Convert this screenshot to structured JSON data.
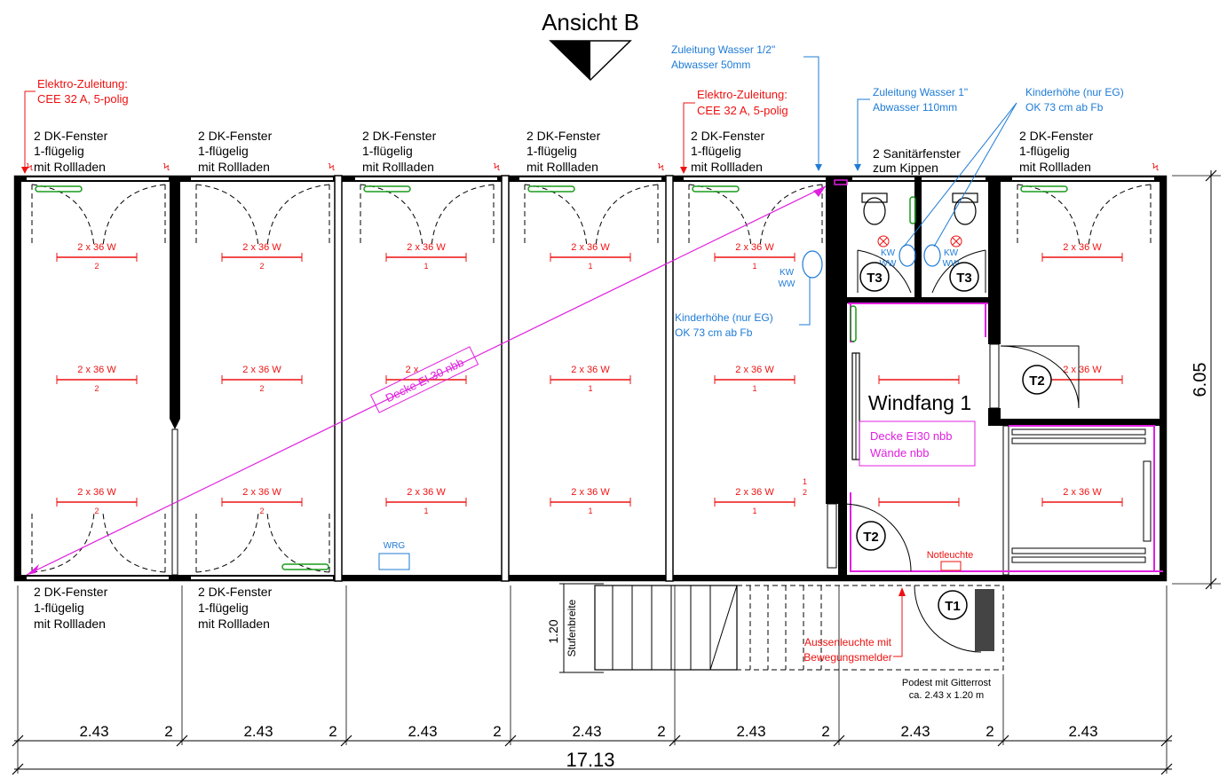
{
  "title": "Ansicht B",
  "colors": {
    "electrical": "#e11111",
    "plumbing": "#1e7bd6",
    "fire": "#e020e0",
    "fixture": "#1a9a1a"
  },
  "notes": {
    "elektro_1": [
      "Elektro-Zuleitung:",
      "CEE 32 A, 5-polig"
    ],
    "elektro_2": [
      "Elektro-Zuleitung:",
      "CEE 32 A, 5-polig"
    ],
    "wasser_half": [
      "Zuleitung Wasser 1/2\"",
      "Abwasser 50mm"
    ],
    "wasser_one": [
      "Zuleitung Wasser 1\"",
      "Abwasser 110mm"
    ],
    "kinder_top": [
      "Kinderhöhe (nur EG)",
      "OK 73 cm ab Fb"
    ],
    "kinder_mid": [
      "Kinderhöhe (nur EG)",
      "OK 73 cm ab Fb"
    ],
    "aussenleuchte": [
      "Aussenleuchte mit",
      "Bewegungsmelder"
    ],
    "podest": [
      "Podest mit Gitterrost",
      "ca. 2.43 x 1.20 m"
    ],
    "stufenbreite": "Stufenbreite",
    "stufen_dim": "1.20",
    "notleuchte": "Notleuchte",
    "wrg": "WRG",
    "kw": "KW",
    "ww": "WW"
  },
  "windows_top": [
    [
      "2 DK-Fenster",
      "1-flügelig",
      "mit Rollladen"
    ],
    [
      "2 DK-Fenster",
      "1-flügelig",
      "mit Rollladen"
    ],
    [
      "2 DK-Fenster",
      "1-flügelig",
      "mit Rollladen"
    ],
    [
      "2 DK-Fenster",
      "1-flügelig",
      "mit Rollladen"
    ],
    [
      "2 DK-Fenster",
      "1-flügelig",
      "mit Rollladen"
    ],
    [
      "2 Sanitärfenster",
      "zum Kippen"
    ],
    [
      "2 DK-Fenster",
      "1-flügelig",
      "mit Rollladen"
    ]
  ],
  "windows_bottom": [
    [
      "2 DK-Fenster",
      "1-flügelig",
      "mit Rollladen"
    ],
    [
      "2 DK-Fenster",
      "1-flügelig",
      "mit Rollladen"
    ]
  ],
  "lights": {
    "label": "2 x 36 W",
    "rows": [
      [
        "2",
        "2",
        "1",
        "1",
        "1"
      ],
      [
        "2",
        "2",
        "",
        "1",
        "1"
      ],
      [
        "2",
        "2",
        "1",
        "1",
        "1"
      ]
    ],
    "mid_label_partial": "2 x",
    "right_col": [
      "2 x 36 W",
      "2 x 36 W",
      "2 x 36 W"
    ]
  },
  "rooms": {
    "windfang": "Windfang 1",
    "windfang_notes": [
      "Decke  EI30 nbb",
      "Wände nbb"
    ],
    "decke_diag": "Decke EI 30 nbb"
  },
  "doors": {
    "t1": "T1",
    "t2a": "T2",
    "t2b": "T2",
    "t3a": "T3",
    "t3b": "T3"
  },
  "switch_labels": [
    "1",
    "2"
  ],
  "dimensions": {
    "modules": [
      "2.43",
      "2.43",
      "2.43",
      "2.43",
      "2.43",
      "2.43",
      "2.43"
    ],
    "gaps": [
      "2",
      "2",
      "2",
      "2",
      "2",
      "2"
    ],
    "total": "17.13",
    "height": "6.05"
  }
}
